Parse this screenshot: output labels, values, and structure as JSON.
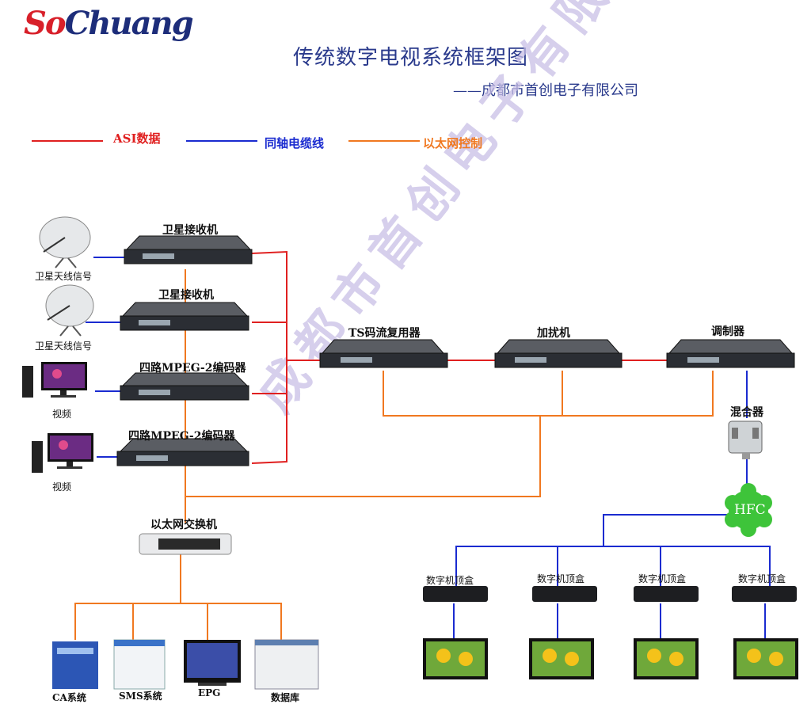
{
  "logo": {
    "part1": "So",
    "part2": "Chuang"
  },
  "title": "传统数字电视系统框架图",
  "subtitle": "——成都市首创电子有限公司",
  "legend": [
    {
      "label": "ASI数据",
      "color": "#e02020"
    },
    {
      "label": "同轴电缆线",
      "color": "#1a2bd0"
    },
    {
      "label": "以太网控制",
      "color": "#f07820"
    }
  ],
  "watermark": "成都市首创电子有限公司",
  "devices": {
    "sat_rx1": "卫星接收机",
    "sat_rx2": "卫星接收机",
    "encoder1": "四路MPEG-2编码器",
    "encoder2": "四路MPEG-2编码器",
    "ts_mux": "TS码流复用器",
    "scrambler": "加扰机",
    "modulator": "调制器",
    "mixer": "混合器",
    "hfc": "HFC",
    "switch": "以太网交换机",
    "dish1": "卫星天线信号",
    "dish2": "卫星天线信号",
    "video1": "视频",
    "video2": "视频",
    "stb1": "数字机顶盒",
    "stb2": "数字机顶盒",
    "stb3": "数字机顶盒",
    "stb4": "数字机顶盒",
    "ca": "CA系统",
    "sms": "SMS系统",
    "epg": "EPG",
    "db": "数据库"
  }
}
